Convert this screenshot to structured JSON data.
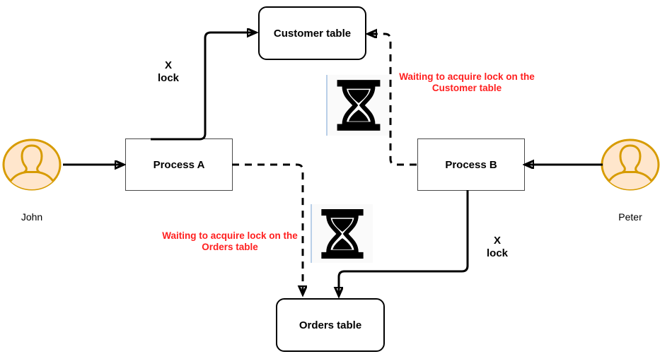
{
  "diagram": {
    "nodes": {
      "customer_table": {
        "label": "Customer table"
      },
      "process_a": {
        "label": "Process A"
      },
      "process_b": {
        "label": "Process B"
      },
      "orders_table": {
        "label": "Orders table"
      }
    },
    "actors": {
      "john": {
        "label": "John"
      },
      "peter": {
        "label": "Peter"
      }
    },
    "lock_labels": {
      "top": {
        "line1": "X",
        "line2": "lock"
      },
      "bottom": {
        "line1": "X",
        "line2": "lock"
      }
    },
    "warnings": {
      "customer": {
        "line1": "Waiting to acquire lock on the",
        "line2": "Customer table"
      },
      "orders": {
        "line1": "Waiting to acquire lock on the",
        "line2": "Orders table"
      }
    },
    "icons": {
      "hourglass_top": "hourglass-icon",
      "hourglass_bottom": "hourglass-icon",
      "john_avatar": "person-icon",
      "peter_avatar": "person-icon"
    },
    "colors": {
      "connector": "#000000",
      "warning_text": "#FF1F1F",
      "person_fill": "#FFE6CC",
      "person_stroke": "#D79B00",
      "process_border": "#484848",
      "table_border": "#000000",
      "canvas_background": "#FFFFFF"
    }
  }
}
